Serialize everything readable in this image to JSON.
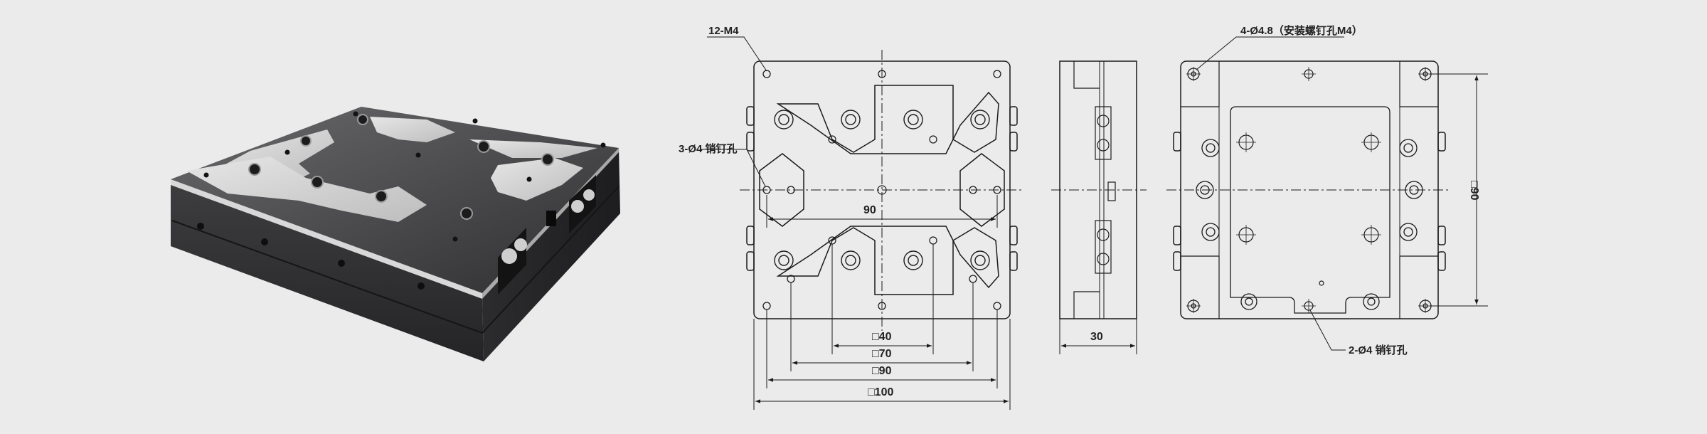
{
  "annotations": {
    "m4_holes": "12-M4",
    "pin_holes_top": "3-Ø4 销钉孔",
    "mount_holes": "4-Ø4.8（安装螺钉孔M4）",
    "pin_holes_bottom": "2-Ø4 销钉孔"
  },
  "dimensions": {
    "pitch_90": "90",
    "sq40": "□40",
    "sq70": "□70",
    "sq90": "□90",
    "sq100": "□100",
    "thickness": "30",
    "side_sq90": "□90"
  },
  "colors": {
    "background": "#ebebeb",
    "line": "#1a1a1a",
    "body_dark": "#3c3c3e",
    "plate_silver": "#d4d4d4"
  }
}
